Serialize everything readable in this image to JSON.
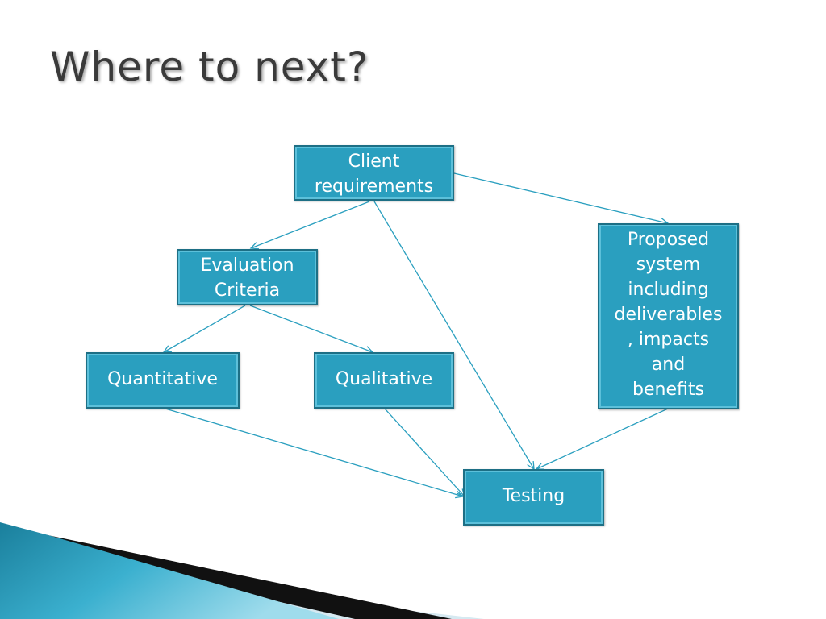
{
  "slide": {
    "title": "Where to next?"
  },
  "diagram": {
    "nodes": {
      "client": {
        "lines": [
          "Client",
          "requirements"
        ]
      },
      "evaluation": {
        "lines": [
          "Evaluation",
          "Criteria"
        ]
      },
      "quantitative": {
        "lines": [
          "Quantitative"
        ]
      },
      "qualitative": {
        "lines": [
          "Qualitative"
        ]
      },
      "proposed": {
        "lines": [
          "Proposed",
          "system",
          "including",
          "deliverables",
          ", impacts",
          "and",
          "benefits"
        ]
      },
      "testing": {
        "lines": [
          "Testing"
        ]
      }
    },
    "edges": [
      {
        "from": "client",
        "to": "evaluation"
      },
      {
        "from": "client",
        "to": "proposed"
      },
      {
        "from": "client",
        "to": "testing"
      },
      {
        "from": "evaluation",
        "to": "quantitative"
      },
      {
        "from": "evaluation",
        "to": "qualitative"
      },
      {
        "from": "quantitative",
        "to": "testing"
      },
      {
        "from": "qualitative",
        "to": "testing"
      },
      {
        "from": "proposed",
        "to": "testing"
      }
    ]
  },
  "colors": {
    "node_fill": "#2a9fbf",
    "node_border": "#1d6f85",
    "edge": "#2a9fbf",
    "title": "#3a3a3a"
  }
}
